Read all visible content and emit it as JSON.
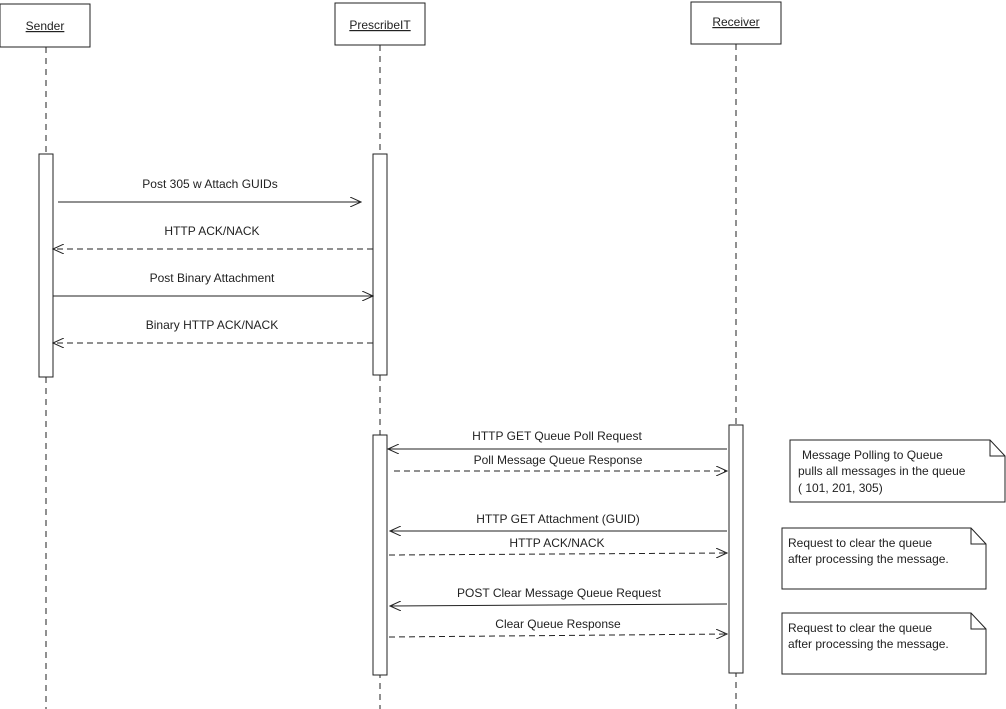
{
  "actors": {
    "sender": "Sender",
    "prescribeit": "PrescribeIT",
    "receiver": "Receiver"
  },
  "messages": [
    {
      "label": "Post 305 w Attach GUIDs",
      "from": "Sender",
      "to": "PrescribeIT",
      "style": "solid"
    },
    {
      "label": "HTTP ACK/NACK",
      "from": "PrescribeIT",
      "to": "Sender",
      "style": "dashed"
    },
    {
      "label": "Post Binary Attachment",
      "from": "Sender",
      "to": "PrescribeIT",
      "style": "solid"
    },
    {
      "label": "Binary HTTP ACK/NACK",
      "from": "PrescribeIT",
      "to": "Sender",
      "style": "dashed"
    },
    {
      "label": "HTTP GET Queue Poll Request",
      "from": "Receiver",
      "to": "PrescribeIT",
      "style": "solid"
    },
    {
      "label": "Poll Message Queue Response",
      "from": "PrescribeIT",
      "to": "Receiver",
      "style": "dashed"
    },
    {
      "label": "HTTP GET Attachment (GUID)",
      "from": "Receiver",
      "to": "PrescribeIT",
      "style": "solid"
    },
    {
      "label": "HTTP ACK/NACK",
      "from": "PrescribeIT",
      "to": "Receiver",
      "style": "dashed"
    },
    {
      "label": "POST Clear Message Queue Request",
      "from": "Receiver",
      "to": "PrescribeIT",
      "style": "solid"
    },
    {
      "label": "Clear Queue Response",
      "from": "PrescribeIT",
      "to": "Receiver",
      "style": "dashed"
    }
  ],
  "notes": [
    {
      "lines": [
        "Message Polling to Queue",
        "pulls all messages in the queue",
        "( 101, 201, 305)"
      ]
    },
    {
      "lines": [
        "Request to clear the queue",
        "after processing the message."
      ]
    },
    {
      "lines": [
        "Request to clear the queue",
        "after processing the message."
      ]
    }
  ]
}
